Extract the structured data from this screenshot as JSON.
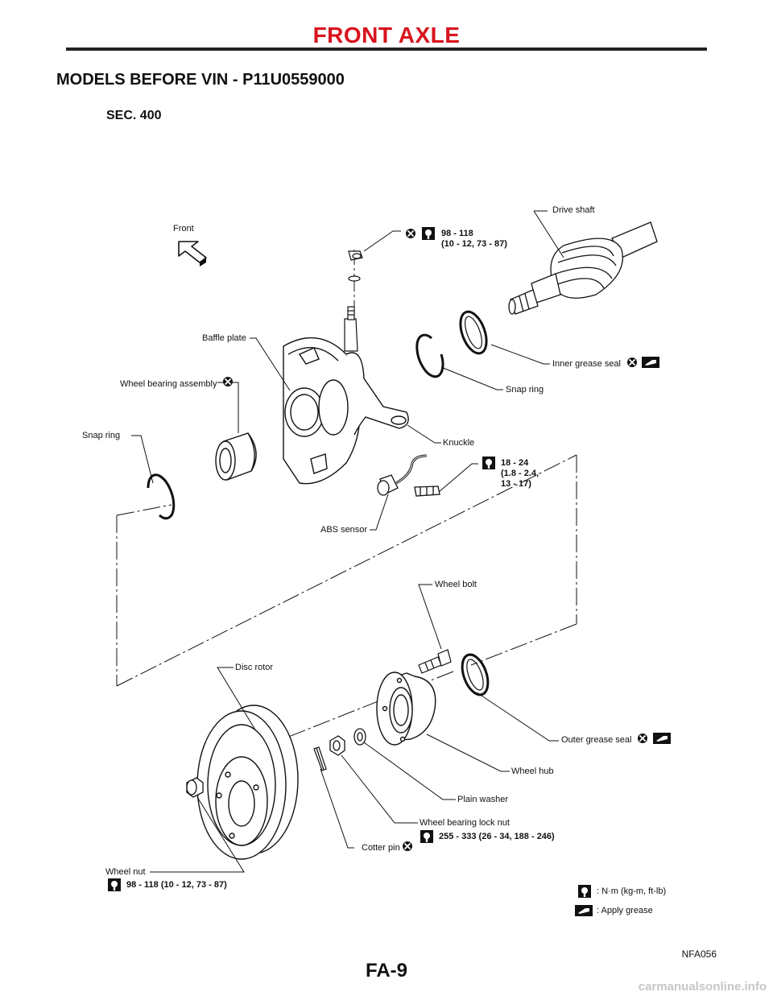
{
  "header": {
    "title": "FRONT AXLE"
  },
  "section": {
    "title": "MODELS BEFORE VIN - P11U0559000",
    "sec": "SEC. 400"
  },
  "labels": {
    "front": "Front",
    "drive_shaft": "Drive shaft",
    "baffle_plate": "Baffle plate",
    "wheel_bearing_assembly": "Wheel bearing assembly",
    "snap_ring_left": "Snap ring",
    "snap_ring_right": "Snap ring",
    "inner_grease_seal": "Inner grease seal",
    "knuckle": "Knuckle",
    "abs_sensor": "ABS sensor",
    "wheel_bolt": "Wheel bolt",
    "disc_rotor": "Disc rotor",
    "outer_grease_seal": "Outer grease seal",
    "wheel_hub": "Wheel hub",
    "plain_washer": "Plain washer",
    "wheel_bearing_lock_nut": "Wheel bearing lock nut",
    "cotter_pin": "Cotter pin",
    "wheel_nut": "Wheel nut"
  },
  "torques": {
    "strut_nut": "98 - 118\n(10 - 12, 73 - 87)",
    "abs_bolt": "18 - 24\n(1.8 - 2.4,\n13 - 17)",
    "lock_nut": "255 - 333 (26 - 34, 188 - 246)",
    "wheel_nut": "98 - 118 (10 - 12, 73 - 87)"
  },
  "legend": {
    "torque_unit": ": N·m (kg-m, ft-lb)",
    "grease": ": Apply grease"
  },
  "icons": [
    "do-not-reuse-icon",
    "torque-wrench-icon",
    "grease-icon",
    "front-arrow-icon"
  ],
  "footer": {
    "figure_id": "NFA056",
    "page": "FA-9",
    "watermark": "carmanualsonline.info"
  },
  "colors": {
    "title_red": "#d9141e"
  }
}
